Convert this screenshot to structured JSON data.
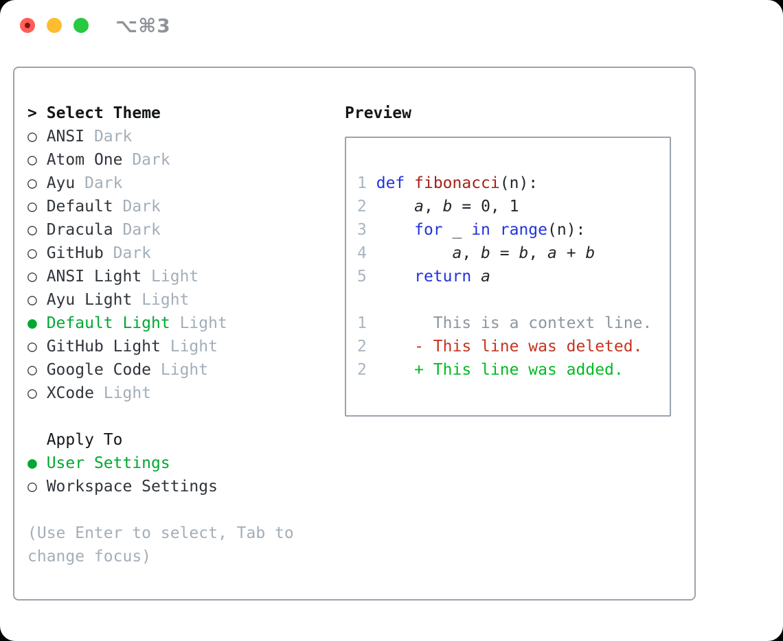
{
  "window": {
    "title": "⌥⌘3"
  },
  "colors": {
    "traffic_red": "#ff5f57",
    "traffic_red_dot": "#801511",
    "traffic_yellow": "#febc2e",
    "traffic_green": "#28c840",
    "accent_green": "#00a832",
    "muted_gray": "#a3aeb9",
    "lineno_gray": "#a8b4c2",
    "context_gray": "#8d969e",
    "keyword_blue": "#2033dd",
    "function_red": "#a3231b",
    "deleted_red": "#c6331f",
    "added_green": "#00bb22",
    "border_gray": "#9aa3ae"
  },
  "theme_selector": {
    "prompt": ">",
    "header": "Select Theme",
    "items": [
      {
        "name": "ANSI",
        "variant": "Dark",
        "selected": false
      },
      {
        "name": "Atom One",
        "variant": "Dark",
        "selected": false
      },
      {
        "name": "Ayu",
        "variant": "Dark",
        "selected": false
      },
      {
        "name": "Default",
        "variant": "Dark",
        "selected": false
      },
      {
        "name": "Dracula",
        "variant": "Dark",
        "selected": false
      },
      {
        "name": "GitHub",
        "variant": "Dark",
        "selected": false
      },
      {
        "name": "ANSI Light",
        "variant": "Light",
        "selected": false
      },
      {
        "name": "Ayu Light",
        "variant": "Light",
        "selected": false
      },
      {
        "name": "Default Light",
        "variant": "Light",
        "selected": true
      },
      {
        "name": "GitHub Light",
        "variant": "Light",
        "selected": false
      },
      {
        "name": "Google Code",
        "variant": "Light",
        "selected": false
      },
      {
        "name": "XCode",
        "variant": "Light",
        "selected": false
      }
    ],
    "radio_unselected_glyph": "○",
    "radio_selected_glyph": "●"
  },
  "apply_to": {
    "header": "Apply To",
    "options": [
      {
        "label": "User Settings",
        "selected": true
      },
      {
        "label": "Workspace Settings",
        "selected": false
      }
    ]
  },
  "hint": {
    "line1": "(Use Enter to select, Tab to",
    "line2": "change focus)"
  },
  "preview": {
    "header": "Preview",
    "lines": [
      {
        "num": "1",
        "tokens": [
          {
            "t": " "
          },
          {
            "t": "def",
            "c": "kw"
          },
          {
            "t": " "
          },
          {
            "t": "fibonacci",
            "c": "fn"
          },
          {
            "t": "(n):"
          }
        ]
      },
      {
        "num": "2",
        "tokens": [
          {
            "t": "     "
          },
          {
            "t": "a",
            "c": "var"
          },
          {
            "t": ", "
          },
          {
            "t": "b",
            "c": "var"
          },
          {
            "t": " = 0, 1"
          }
        ]
      },
      {
        "num": "3",
        "tokens": [
          {
            "t": "     "
          },
          {
            "t": "for",
            "c": "kw"
          },
          {
            "t": " _ "
          },
          {
            "t": "in",
            "c": "kw"
          },
          {
            "t": " "
          },
          {
            "t": "range",
            "c": "kw"
          },
          {
            "t": "(n):"
          }
        ]
      },
      {
        "num": "4",
        "tokens": [
          {
            "t": "         "
          },
          {
            "t": "a",
            "c": "var"
          },
          {
            "t": ", "
          },
          {
            "t": "b",
            "c": "var"
          },
          {
            "t": " = "
          },
          {
            "t": "b",
            "c": "var"
          },
          {
            "t": ", "
          },
          {
            "t": "a",
            "c": "var"
          },
          {
            "t": " + "
          },
          {
            "t": "b",
            "c": "var"
          }
        ]
      },
      {
        "num": "5",
        "tokens": [
          {
            "t": "     "
          },
          {
            "t": "return",
            "c": "kw"
          },
          {
            "t": " "
          },
          {
            "t": "a",
            "c": "var"
          }
        ]
      },
      {
        "num": "",
        "tokens": []
      },
      {
        "num": "1",
        "tokens": [
          {
            "t": "       This is a context line.",
            "c": "ctx"
          }
        ]
      },
      {
        "num": "2",
        "tokens": [
          {
            "t": "     "
          },
          {
            "t": "- This line was deleted.",
            "c": "del"
          }
        ]
      },
      {
        "num": "2",
        "tokens": [
          {
            "t": "     "
          },
          {
            "t": "+ This line was added.",
            "c": "add"
          }
        ]
      }
    ]
  }
}
